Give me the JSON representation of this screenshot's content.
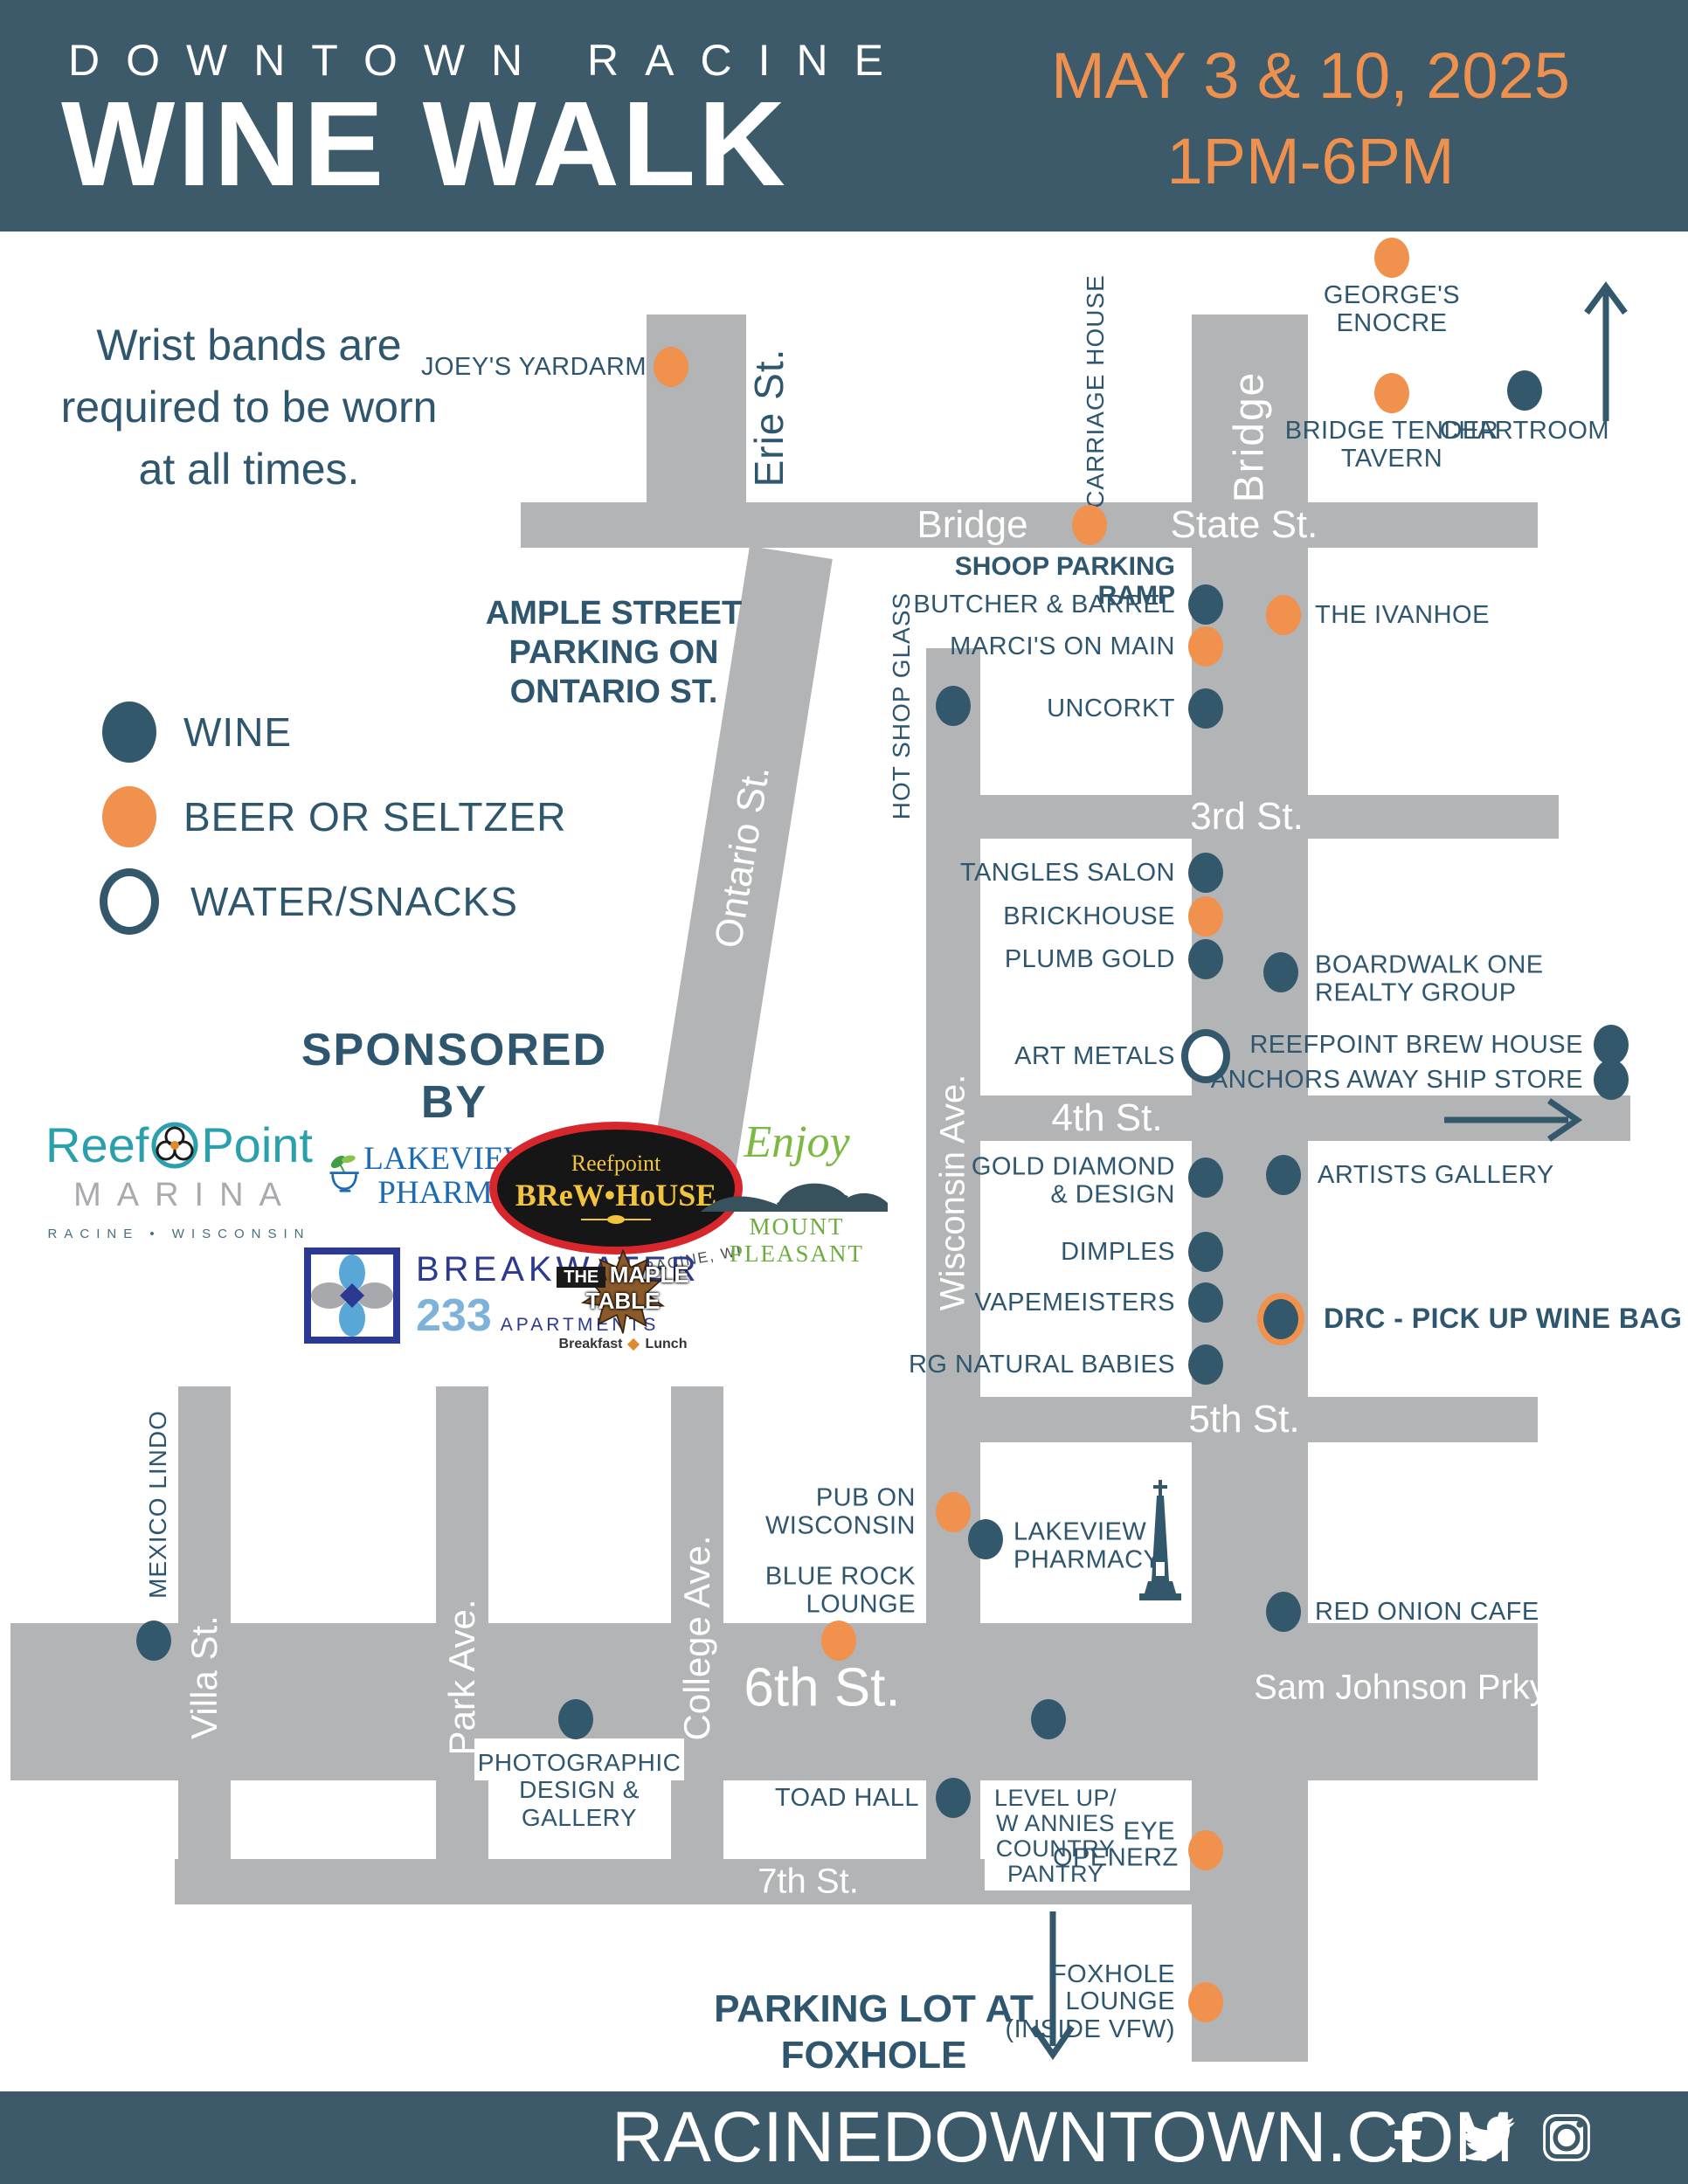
{
  "header": {
    "kicker": "DOWNTOWN RACINE",
    "title": "WINE WALK",
    "date_line": "MAY 3 & 10, 2025",
    "time_line": "1PM-6PM"
  },
  "notices": {
    "wristband": "Wrist bands are required to be worn at all times.",
    "ample": "AMPLE STREET PARKING ON ONTARIO ST.",
    "shoop": "SHOOP PARKING RAMP",
    "foxhole_parking": "PARKING LOT AT FOXHOLE",
    "sponsored_by": "SPONSORED BY"
  },
  "legend": {
    "items": [
      {
        "label": "WINE",
        "type": "wine",
        "color": "#33576b"
      },
      {
        "label": "BEER OR SELTZER",
        "type": "beer",
        "color": "#f0914e"
      },
      {
        "label": "WATER/SNACKS",
        "type": "water",
        "color": "#ffffff"
      }
    ]
  },
  "streets": {
    "erie": "Erie St.",
    "ontario": "Ontario St.",
    "bridge_v": "Bridge",
    "bridge_h": "Bridge",
    "state": "State St.",
    "third": "3rd St.",
    "fourth": "4th St.",
    "fifth": "5th St.",
    "sixth": "6th St.",
    "seventh": "7th St.",
    "sam_johnson": "Sam Johnson Prky.",
    "villa": "Villa St.",
    "park": "Park Ave.",
    "college": "College Ave.",
    "wisconsin": "Wisconsin Ave."
  },
  "stops": [
    {
      "label": "JOEY'S YARDARM",
      "type": "beer"
    },
    {
      "label": "GEORGE'S ENOCRE",
      "type": "beer"
    },
    {
      "label": "BRIDGE TENDER TAVERN",
      "type": "beer"
    },
    {
      "label": "CHARTROOM",
      "type": "wine"
    },
    {
      "label": "CARRIAGE HOUSE",
      "type": "beer"
    },
    {
      "label": "BUTCHER & BARREL",
      "type": "wine"
    },
    {
      "label": "THE IVANHOE",
      "type": "beer"
    },
    {
      "label": "MARCI'S ON MAIN",
      "type": "beer"
    },
    {
      "label": "UNCORKT",
      "type": "wine"
    },
    {
      "label": "HOT SHOP GLASS",
      "type": "wine"
    },
    {
      "label": "TANGLES SALON",
      "type": "wine"
    },
    {
      "label": "BRICKHOUSE",
      "type": "beer"
    },
    {
      "label": "PLUMB GOLD",
      "type": "wine"
    },
    {
      "label": "BOARDWALK ONE REALTY GROUP",
      "type": "wine"
    },
    {
      "label": "ART METALS",
      "type": "water"
    },
    {
      "label": "REEFPOINT BREW HOUSE",
      "type": "wine"
    },
    {
      "label": "ANCHORS AWAY SHIP STORE",
      "type": "wine"
    },
    {
      "label": "GOLD DIAMOND & DESIGN",
      "type": "wine"
    },
    {
      "label": "ARTISTS GALLERY",
      "type": "wine"
    },
    {
      "label": "DIMPLES",
      "type": "wine"
    },
    {
      "label": "VAPEMEISTERS",
      "type": "wine"
    },
    {
      "label": "DRC - PICK UP WINE BAG",
      "type": "wine-bag-pickup"
    },
    {
      "label": "RG NATURAL BABIES",
      "type": "wine"
    },
    {
      "label": "PUB ON WISCONSIN",
      "type": "beer"
    },
    {
      "label": "LAKEVIEW PHARMACY",
      "type": "wine"
    },
    {
      "label": "BLUE ROCK LOUNGE",
      "type": "beer"
    },
    {
      "label": "RED ONION CAFE",
      "type": "wine"
    },
    {
      "label": "MEXICO LINDO",
      "type": "wine"
    },
    {
      "label": "PHOTOGRAPHIC DESIGN & GALLERY",
      "type": "wine"
    },
    {
      "label": "TOAD HALL",
      "type": "wine"
    },
    {
      "label": "LEVEL UP/ W ANNIES COUNTRY PANTRY",
      "type": "wine",
      "lines": [
        "LEVEL UP/",
        "W ANNIES",
        "COUNTRY",
        "PANTRY"
      ]
    },
    {
      "label": "EYE OPENERZ",
      "type": "beer"
    },
    {
      "label": "FOXHOLE LOUNGE (INSIDE VFW)",
      "type": "beer",
      "lines": [
        "FOXHOLE",
        "LOUNGE",
        "(INSIDE VFW)"
      ]
    }
  ],
  "sponsors": {
    "reefpoint_marina": {
      "name_1": "Reef",
      "name_2": "Point",
      "line2": "MARINA",
      "line3": "RACINE • WISCONSIN"
    },
    "lakeview_pharmacy": {
      "line1": "LAKEVIEW",
      "line2": "PHARMACY"
    },
    "reefpoint_brew_house": {
      "line1": "Reefpoint",
      "line2": "BReW•HoUSE",
      "line3": "RACINE, WI"
    },
    "enjoy_mount_pleasant": {
      "script": "Enjoy",
      "caps": "MOUNT PLEASANT"
    },
    "breakwater": {
      "name": "BREAKWATER",
      "number": "233",
      "sub": "APARTMENTS"
    },
    "maple_table": {
      "line1": "THE",
      "line2": "MAPLE",
      "line3": "TABLE",
      "sub_1": "Breakfast",
      "sub_2": "Lunch"
    }
  },
  "footer": {
    "website": "RACINEDOWNTOWN.COM",
    "social": [
      {
        "icon": "facebook-icon"
      },
      {
        "icon": "twitter-icon"
      },
      {
        "icon": "instagram-icon"
      }
    ]
  },
  "colors": {
    "header_bg": "#3c5a6a",
    "accent_orange": "#f0914e",
    "map_teal": "#33576b",
    "street_gray": "#b2b4b6"
  }
}
